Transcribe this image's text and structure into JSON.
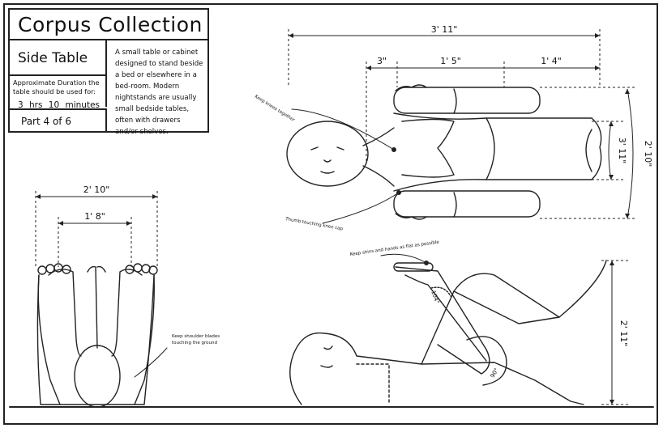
{
  "title_block": {
    "title": "Corpus Collection",
    "subtitle": "Side Table",
    "description": "A small table or cabinet designed to stand beside a bed or elsewhere in a bed-room. Modern nightstands are usually small bedside tables, often with drawers and/or shelves.",
    "duration_label": "Approximate Duration the table should be used for:",
    "duration_value": "3 hrs 10 minutes",
    "part": "Part 4 of 6"
  },
  "dimensions": {
    "top_overall": "3' 11\"",
    "top_seg1": "3\"",
    "top_seg2": "1' 5\"",
    "top_seg3": "1' 4\"",
    "right_outer": "2' 10\"",
    "right_inner": "3' 11\"",
    "front_outer": "2' 10\"",
    "front_inner": "1' 8\"",
    "side_height": "2' 11\"",
    "angle1": "104°",
    "angle2": "90°"
  },
  "annotations": {
    "keep_knees": "Keep knees together",
    "thumb_knee": "Thumb touching knee cap",
    "keep_shins": "Keep shins and hands as flat as possible",
    "keep_shoulder": "Keep shoulder blades touching the ground"
  }
}
